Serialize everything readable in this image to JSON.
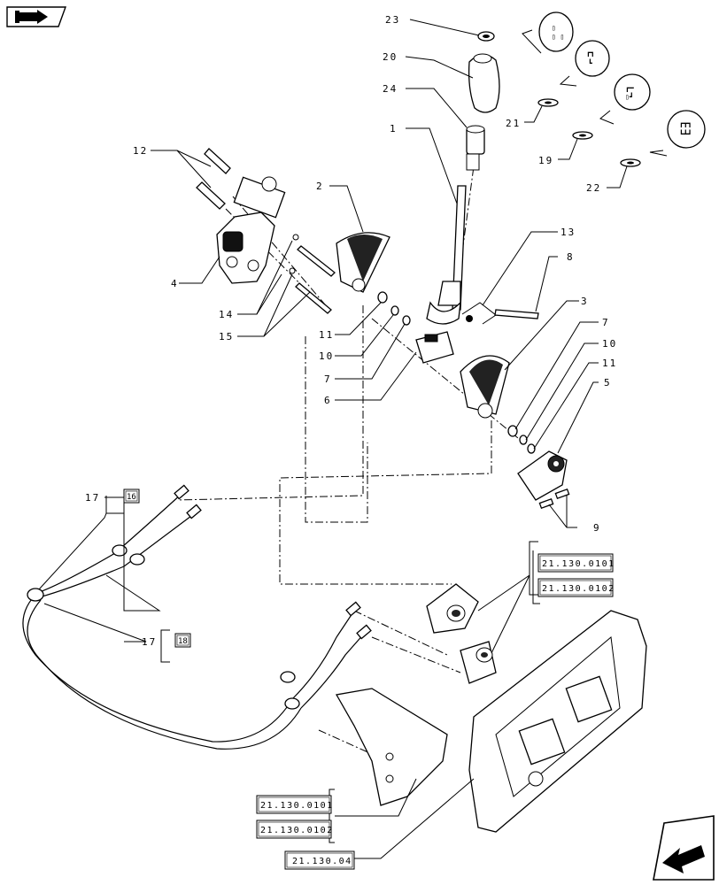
{
  "callouts": [
    {
      "id": "c23",
      "text": "23"
    },
    {
      "id": "c20",
      "text": "20"
    },
    {
      "id": "c24",
      "text": "24"
    },
    {
      "id": "c1",
      "text": "1"
    },
    {
      "id": "c21",
      "text": "21"
    },
    {
      "id": "c19",
      "text": "19"
    },
    {
      "id": "c22",
      "text": "22"
    },
    {
      "id": "c12",
      "text": "12"
    },
    {
      "id": "c2",
      "text": "2"
    },
    {
      "id": "c4",
      "text": "4"
    },
    {
      "id": "c14",
      "text": "14"
    },
    {
      "id": "c15",
      "text": "15"
    },
    {
      "id": "c11a",
      "text": "11"
    },
    {
      "id": "c10a",
      "text": "10"
    },
    {
      "id": "c7a",
      "text": "7"
    },
    {
      "id": "c6",
      "text": "6"
    },
    {
      "id": "c13",
      "text": "13"
    },
    {
      "id": "c8",
      "text": "8"
    },
    {
      "id": "c3",
      "text": "3"
    },
    {
      "id": "c7b",
      "text": "7"
    },
    {
      "id": "c10b",
      "text": "10"
    },
    {
      "id": "c11b",
      "text": "11"
    },
    {
      "id": "c5",
      "text": "5"
    },
    {
      "id": "c9",
      "text": "9"
    },
    {
      "id": "c17a",
      "text": "17"
    },
    {
      "id": "c17b",
      "text": "17"
    }
  ],
  "boxed_callouts": {
    "b16": "16",
    "b18": "18"
  },
  "references": {
    "ref_a1": "21.130.0101",
    "ref_a2": "21.130.0102",
    "ref_b1": "21.130.0101",
    "ref_b2": "21.130.0102",
    "ref_c": "21.130.04"
  },
  "icons": {
    "top_left": "book-arrow-icon",
    "bottom_right": "next-page-arrow-icon"
  }
}
